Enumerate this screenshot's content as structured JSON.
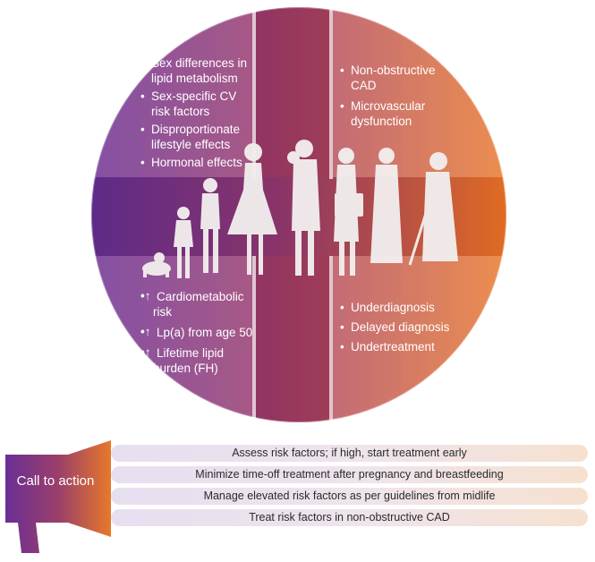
{
  "colors": {
    "purple": "#6a2f96",
    "mauve": "#9a3f6a",
    "orange": "#e8782a",
    "light_bar": "#ece2ee"
  },
  "top_left": {
    "items": [
      "Sex differences in lipid metabolism",
      "Sex-specific CV risk factors",
      "Disproportionate lifestyle effects",
      "Hormonal effects"
    ]
  },
  "top_right": {
    "items": [
      "Non-obstructive CAD",
      "Microvascular dysfunction"
    ]
  },
  "bottom_left": {
    "items": [
      "Cardiometabolic risk",
      "Lp(a) from age 50",
      "Lifetime lipid burden (FH)"
    ]
  },
  "bottom_right": {
    "items": [
      "Underdiagnosis",
      "Delayed diagnosis",
      "Undertreatment"
    ]
  },
  "call_to_action": {
    "label": "Call to action",
    "actions": [
      "Assess risk factors; if high, start treatment early",
      "Minimize time-off treatment after pregnancy and breastfeeding",
      "Manage elevated risk factors as per guidelines from midlife",
      "Treat risk factors in non-obstructive CAD"
    ]
  },
  "icons": [
    "female-lifecycle-silhouettes-icon",
    "megaphone-icon"
  ]
}
